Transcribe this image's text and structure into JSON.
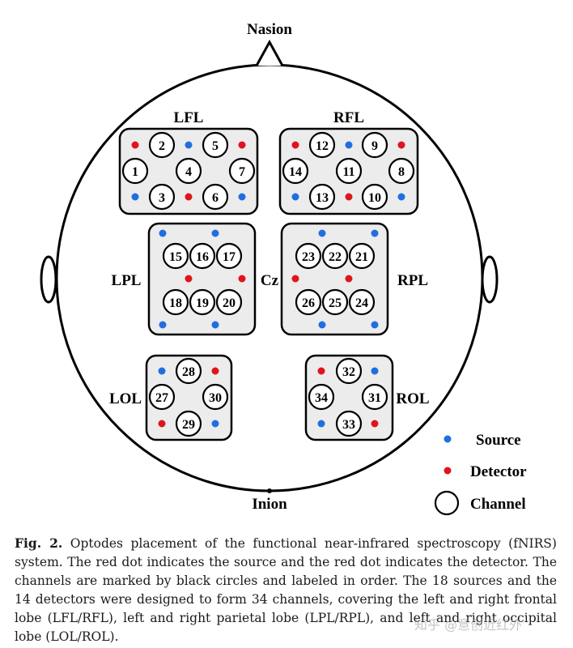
{
  "labels": {
    "nasion": "Nasion",
    "inion": "Inion",
    "cz": "Cz",
    "lfl": "LFL",
    "rfl": "RFL",
    "lpl": "LPL",
    "rpl": "RPL",
    "lol": "LOL",
    "rol": "ROL"
  },
  "legend": {
    "source": "Source",
    "detector": "Detector",
    "channel": "Channel"
  },
  "colors": {
    "source": "#1f6fe0",
    "detector": "#e0141e",
    "region_fill": "#ececec",
    "outline": "#000000"
  },
  "channels": {
    "lfl": [
      "2",
      "5",
      "1",
      "4",
      "7",
      "3",
      "6"
    ],
    "rfl": [
      "12",
      "9",
      "14",
      "11",
      "8",
      "13",
      "10"
    ],
    "lpl": [
      "15",
      "16",
      "17",
      "18",
      "19",
      "20"
    ],
    "rpl": [
      "23",
      "22",
      "21",
      "26",
      "25",
      "24"
    ],
    "lol": [
      "28",
      "27",
      "30",
      "29"
    ],
    "rol": [
      "32",
      "34",
      "31",
      "33"
    ]
  },
  "caption": {
    "label": "Fig. 2.",
    "text": "Optodes placement of the functional near-infrared spectroscopy (fNIRS) system. The red dot indicates the source and the red dot indicates the detector. The channels are marked by black circles and labeled in order. The 18 sources and the 14 detectors were designed to form 34 channels, covering the left and right frontal lobe (LFL/RFL), left and right parietal lobe (LPL/RPL), and left and right occipital lobe (LOL/ROL)."
  },
  "watermark": "知乎 @意创近红外"
}
